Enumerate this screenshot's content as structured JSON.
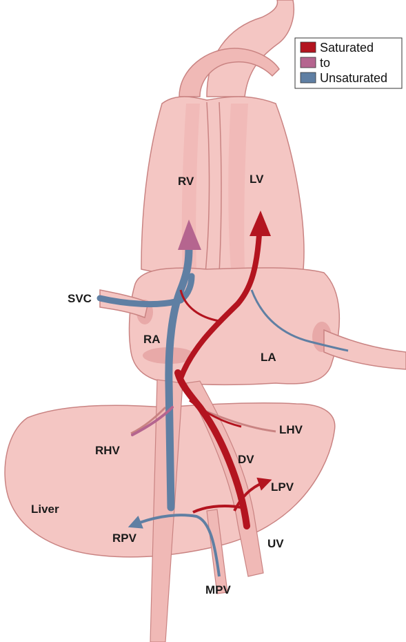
{
  "colors": {
    "saturated": "#b3141f",
    "mixed": "#b5658f",
    "unsaturated": "#5f7fa3",
    "tissue": "#f4c6c3",
    "tissue_dark": "#e7a3a1",
    "outline": "#c98382"
  },
  "legend": {
    "items": [
      {
        "label": "Saturated",
        "color": "#b3141f"
      },
      {
        "label": "to",
        "color": "#b5658f"
      },
      {
        "label": "Unsaturated",
        "color": "#5f7fa3"
      }
    ]
  },
  "labels": {
    "rv": "RV",
    "lv": "LV",
    "svc": "SVC",
    "ra": "RA",
    "la": "LA",
    "lhv": "LHV",
    "rhv": "RHV",
    "dv": "DV",
    "lpv": "LPV",
    "liver": "Liver",
    "rpv": "RPV",
    "uv": "UV",
    "mpv": "MPV"
  }
}
